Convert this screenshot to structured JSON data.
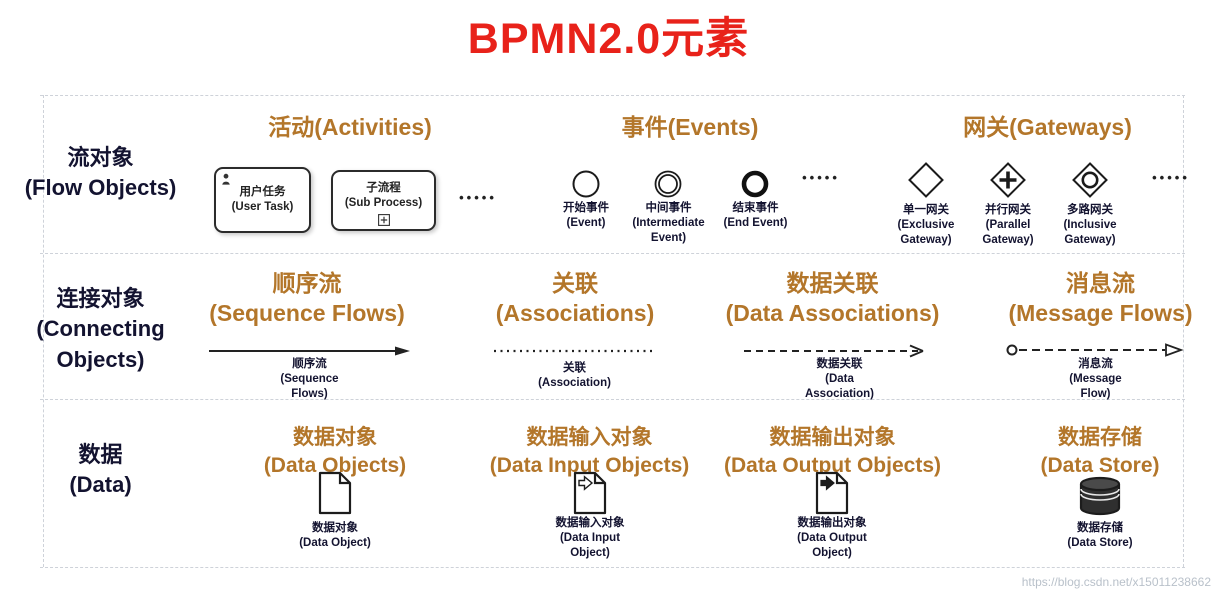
{
  "title": "BPMN2.0元素",
  "watermark": "https://blog.csdn.net/x15011238662",
  "colors": {
    "title-red": "#e8221a",
    "header-gold": "#b3762a",
    "ink": "#131330",
    "grid-gray": "#ced2d9",
    "watermark-gray": "#b9c1ca"
  },
  "flow_objects": {
    "row_label": "流对象\n(Flow Objects)",
    "activities": {
      "header": "活动(Activities)",
      "user_task": "用户任务\n(User Task)",
      "sub_process": "子流程\n(Sub Process)",
      "ellipsis": "•••••"
    },
    "events": {
      "header": "事件(Events)",
      "start": "开始事件\n(Event)",
      "intermediate": "中间事件\n(Intermediate\nEvent)",
      "end": "结束事件\n(End Event)",
      "ellipsis": "•••••"
    },
    "gateways": {
      "header": "网关(Gateways)",
      "exclusive": "单一网关\n(Exclusive\nGateway)",
      "parallel": "并行网关\n(Parallel\nGateway)",
      "inclusive": "多路网关\n(Inclusive\nGateway)",
      "ellipsis": "•••••"
    }
  },
  "connecting_objects": {
    "row_label": "连接对象\n(Connecting\nObjects)",
    "sequence_flow": {
      "header": "顺序流\n(Sequence Flows)",
      "caption": "顺序流\n(Sequence\nFlows)"
    },
    "association": {
      "header": "关联\n(Associations)",
      "caption": "关联\n(Association)"
    },
    "data_association": {
      "header": "数据关联\n(Data Associations)",
      "caption": "数据关联\n(Data\nAssociation)"
    },
    "message_flow": {
      "header": "消息流\n(Message Flows)",
      "caption": "消息流\n(Message\nFlow)"
    }
  },
  "data": {
    "row_label": "数据\n(Data)",
    "data_object": {
      "header": "数据对象\n(Data Objects)",
      "caption": "数据对象\n(Data Object)"
    },
    "data_input": {
      "header": "数据输入对象\n(Data Input Objects)",
      "caption": "数据输入对象\n(Data Input\nObject)"
    },
    "data_output": {
      "header": "数据输出对象\n(Data Output Objects)",
      "caption": "数据输出对象\n(Data Output\nObject)"
    },
    "data_store": {
      "header": "数据存储\n(Data Store)",
      "caption": "数据存储\n(Data Store)"
    }
  }
}
